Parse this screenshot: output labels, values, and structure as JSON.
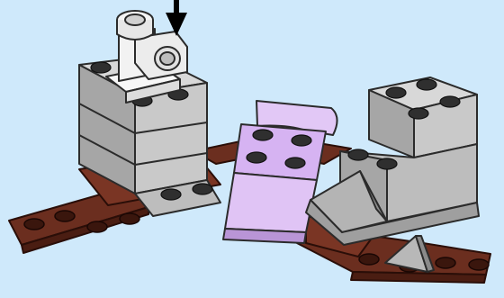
{
  "scene": {
    "kind": "building-instruction-step",
    "background_color": "#cfe9fb",
    "parts": [
      {
        "name": "dark-brown-plate",
        "color": "#6b2e1f"
      },
      {
        "name": "light-gray-brick",
        "color": "#b9b9b9"
      },
      {
        "name": "lavender-curved-slope",
        "color": "#d6b3f2"
      },
      {
        "name": "white-bracket-piece",
        "color": "#f2f2f2"
      },
      {
        "name": "gray-wedge-slope",
        "color": "#a9a9a9"
      }
    ],
    "callout_arrow": {
      "direction": "down",
      "icon": "arrow-down-icon"
    }
  }
}
